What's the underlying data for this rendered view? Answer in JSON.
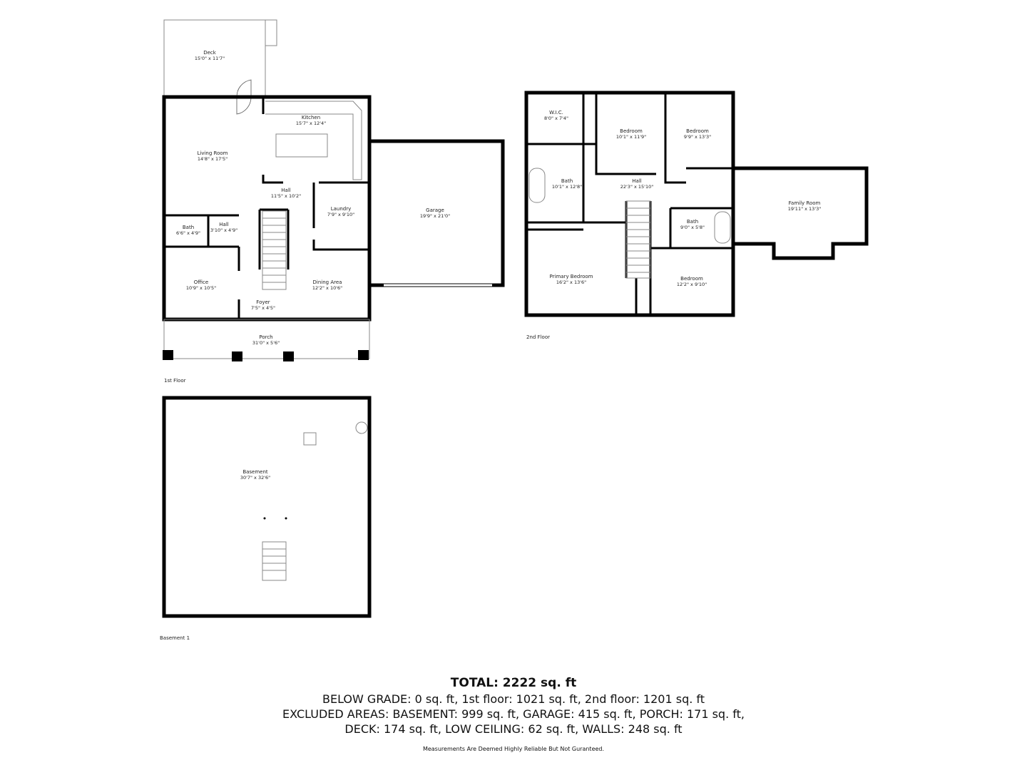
{
  "floors": [
    {
      "label": "1st Floor",
      "rooms": [
        {
          "name": "Deck",
          "dims": "15'0\" x 11'7\""
        },
        {
          "name": "Kitchen",
          "dims": "15'7\" x 12'4\""
        },
        {
          "name": "Living Room",
          "dims": "14'8\" x 17'5\""
        },
        {
          "name": "Hall",
          "dims": "11'5\" x 10'2\""
        },
        {
          "name": "Laundry",
          "dims": "7'9\" x 9'10\""
        },
        {
          "name": "Garage",
          "dims": "19'9\" x 21'0\""
        },
        {
          "name": "Bath",
          "dims": "6'6\" x 4'9\""
        },
        {
          "name": "Hall",
          "dims": "3'10\" x 4'9\""
        },
        {
          "name": "Office",
          "dims": "10'9\" x 10'5\""
        },
        {
          "name": "Dining Area",
          "dims": "12'2\" x 10'6\""
        },
        {
          "name": "Foyer",
          "dims": "7'5\" x 4'5\""
        },
        {
          "name": "Porch",
          "dims": "31'0\" x 5'6\""
        }
      ]
    },
    {
      "label": "2nd Floor",
      "rooms": [
        {
          "name": "W.I.C.",
          "dims": "8'0\" x 7'4\""
        },
        {
          "name": "Bedroom",
          "dims": "10'1\" x 11'9\""
        },
        {
          "name": "Bedroom",
          "dims": "9'9\" x 13'3\""
        },
        {
          "name": "Bath",
          "dims": "10'1\" x 12'8\""
        },
        {
          "name": "Hall",
          "dims": "22'3\" x 15'10\""
        },
        {
          "name": "Family Room",
          "dims": "19'11\" x 13'3\""
        },
        {
          "name": "Bath",
          "dims": "9'0\" x 5'8\""
        },
        {
          "name": "Primary Bedroom",
          "dims": "16'2\" x 13'6\""
        },
        {
          "name": "Bedroom",
          "dims": "12'2\" x 9'10\""
        }
      ]
    },
    {
      "label": "Basement 1",
      "rooms": [
        {
          "name": "Basement",
          "dims": "30'7\" x 32'6\""
        }
      ]
    }
  ],
  "summary": {
    "total": "TOTAL: 2222 sq. ft",
    "line1": "BELOW GRADE: 0 sq. ft, 1st floor: 1021 sq. ft, 2nd floor: 1201 sq. ft",
    "line2": "EXCLUDED AREAS: BASEMENT: 999 sq. ft, GARAGE: 415 sq. ft, PORCH: 171 sq. ft,",
    "line3": "DECK: 174 sq. ft, LOW CEILING: 62 sq. ft, WALLS: 248 sq. ft",
    "disclaimer": "Measurements Are Deemed Highly Reliable But Not Guranteed."
  }
}
